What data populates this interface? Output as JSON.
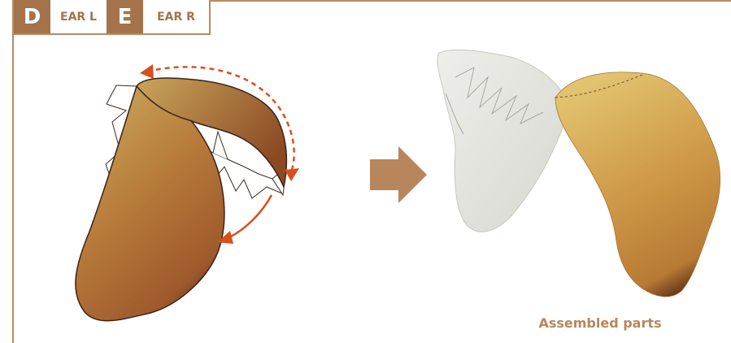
{
  "steps": [
    {
      "letter": "D",
      "label": "EAR L"
    },
    {
      "letter": "E",
      "label": "EAR R"
    }
  ],
  "caption": "Assembled parts",
  "colors": {
    "frame": "#b98b62",
    "tab_fill": "#a4734b",
    "arrow_red": "#d8501c",
    "next_arrow": "#b8865c"
  }
}
